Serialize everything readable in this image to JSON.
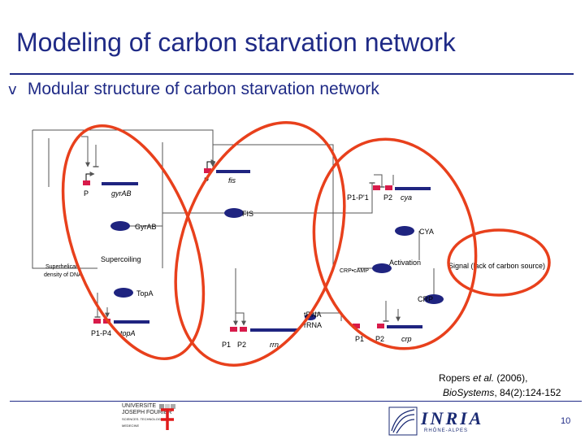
{
  "slide": {
    "title": "Modeling of carbon starvation network",
    "bullet_icon": "v",
    "subtitle": "Modular structure of carbon starvation network",
    "page_number": "10"
  },
  "diagram": {
    "genes": {
      "gyrab": "gyrAB",
      "fis": "fis",
      "cya": "cya",
      "topa": "topA",
      "rrn": "rrn",
      "crp": "crp"
    },
    "promoters": {
      "gyr_p": "P",
      "fis_p": "P",
      "cya_p1p1": "P1-P'1",
      "cya_p2": "P2",
      "topa_p1p4": "P1-P4",
      "rrn_p1": "P1",
      "rrn_p2": "P2",
      "crp_p1": "P1",
      "crp_p2": "P2"
    },
    "nodes": {
      "gyrab_protein": "GyrAB",
      "fis_protein": "FIS",
      "cya_protein": "CYA",
      "topa_protein": "TopA",
      "crp_protein": "CRP",
      "supercoiling": "Supercoiling",
      "activation": "Activation",
      "crp_camp": "CRP•cAMP",
      "trna": "tRNA",
      "rrna": "rRNA",
      "superhelical_line1": "Superhelical",
      "superhelical_line2": "density of DNA",
      "signal": "Signal (lack of carbon source)"
    },
    "colors": {
      "module_circle": "#e8401c",
      "protein": "#1f2480",
      "gene_bar": "#1f2480",
      "promoter": "#d81b4a",
      "lines": "#555555"
    }
  },
  "reference": {
    "authors": "Ropers ",
    "etal": "et al.",
    "year": " (2006),",
    "journal": "BioSystems",
    "volume": ", 84(2):124-152"
  },
  "logos": {
    "ujf_line1": "UNIVERSITE",
    "ujf_line2": "JOSEPH FOURIER",
    "ujf_line3": "SCIENCES. TECHNOLOGIE. MEDECINE",
    "inria_word": "INRIA",
    "inria_sub": "RHÔNE-ALPES"
  }
}
